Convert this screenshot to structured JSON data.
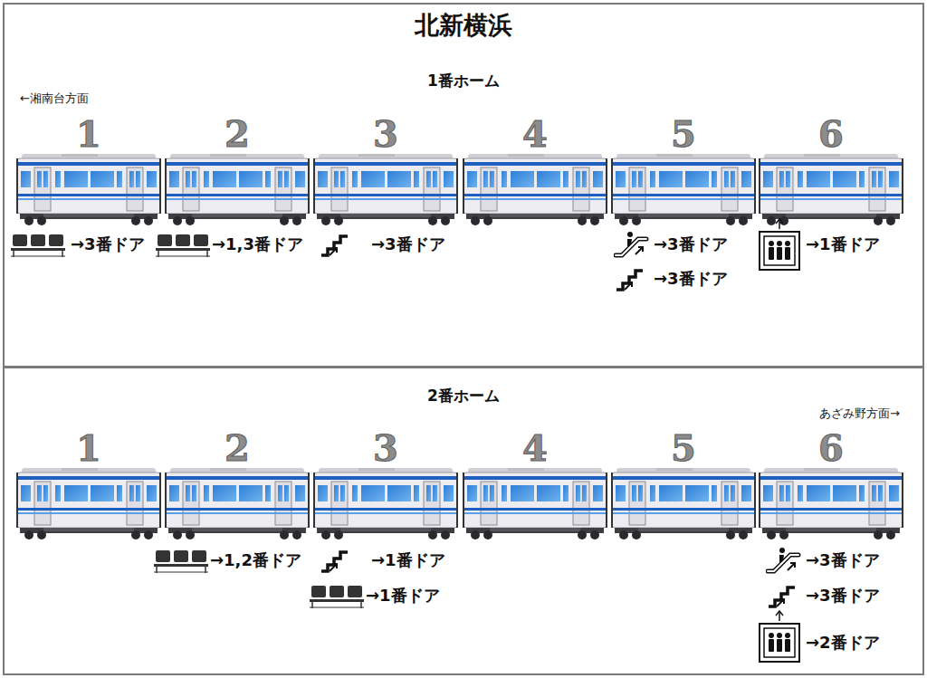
{
  "diagram": {
    "title": "北新横浜",
    "nodes": [
      {
        "text": [
          "1番ホーム"
        ]
      },
      {
        "text": [
          "2番ホーム"
        ]
      }
    ],
    "labels": [
      "←湘南台方面",
      "1",
      "2",
      "3",
      "4",
      "5",
      "6",
      "→3番ドア",
      "→1,3番ドア",
      "→3番ドア",
      "→3番ドア",
      "→3番ドア",
      "→1番ドア",
      "あざみ野方面→",
      "1",
      "2",
      "3",
      "4",
      "5",
      "6",
      "→1,2番ドア",
      "→1番ドア",
      "→1番ドア",
      "→3番ドア",
      "→3番ドア",
      "→2番ドア"
    ]
  }
}
